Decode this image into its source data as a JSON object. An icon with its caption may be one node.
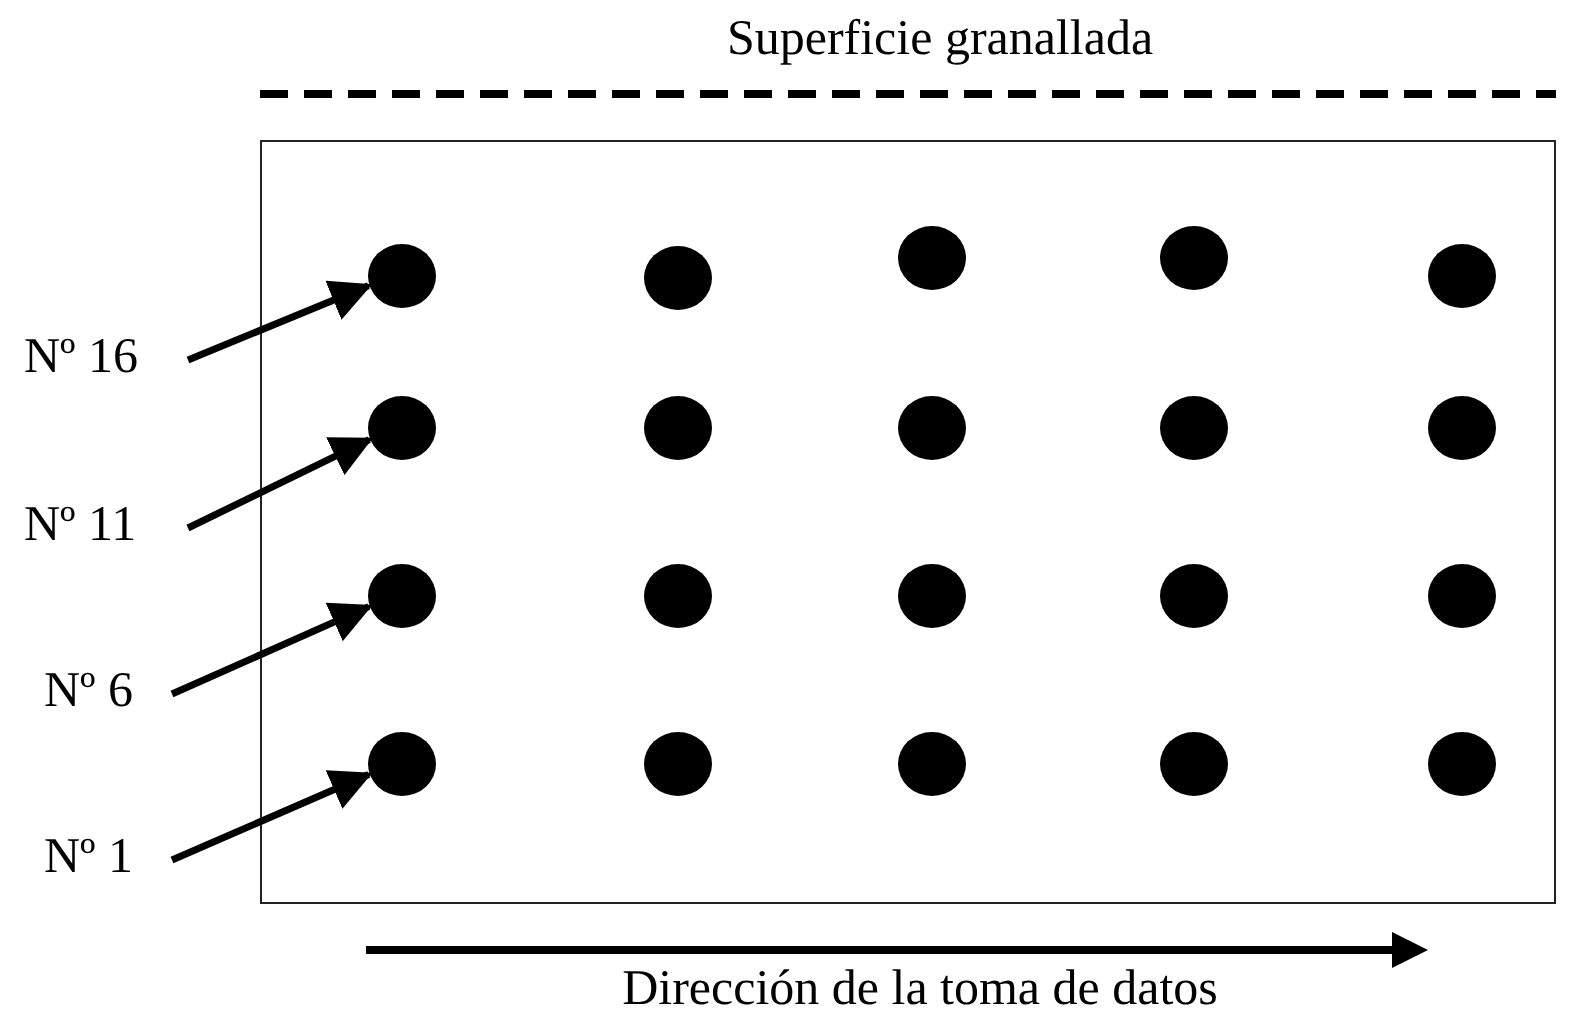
{
  "diagram": {
    "nodes": [
      {
        "text": [],
        "shape": "box"
      },
      {
        "text": [],
        "shape": "circle",
        "in": 0
      },
      {
        "text": [],
        "shape": "circle",
        "in": 0
      },
      {
        "text": [],
        "shape": "circle",
        "in": 0
      },
      {
        "text": [],
        "shape": "circle",
        "in": 0
      },
      {
        "text": [],
        "shape": "circle",
        "in": 0
      },
      {
        "text": [],
        "shape": "circle",
        "in": 0
      },
      {
        "text": [],
        "shape": "circle",
        "in": 0
      },
      {
        "text": [],
        "shape": "circle",
        "in": 0
      },
      {
        "text": [],
        "shape": "circle",
        "in": 0
      },
      {
        "text": [],
        "shape": "circle",
        "in": 0
      },
      {
        "text": [],
        "shape": "circle",
        "in": 0
      },
      {
        "text": [],
        "shape": "circle",
        "in": 0
      },
      {
        "text": [],
        "shape": "circle",
        "in": 0
      },
      {
        "text": [],
        "shape": "circle",
        "in": 0
      },
      {
        "text": [],
        "shape": "circle",
        "in": 0
      },
      {
        "text": [],
        "shape": "circle",
        "in": 0
      },
      {
        "text": [],
        "shape": "circle",
        "in": 0
      },
      {
        "text": [],
        "shape": "circle",
        "in": 0
      },
      {
        "text": [],
        "shape": "circle",
        "in": 0
      },
      {
        "text": [],
        "shape": "circle",
        "in": 0
      },
      {
        "text": [
          "Nº 16"
        ]
      },
      {
        "text": [
          "Nº 11"
        ]
      },
      {
        "text": [
          "Nº 6"
        ]
      },
      {
        "text": [
          "Nº 1"
        ]
      }
    ],
    "edges": [
      {
        "from": 21,
        "to": 1,
        "arrow": "to"
      },
      {
        "from": 22,
        "to": 6,
        "arrow": "to"
      },
      {
        "from": 23,
        "to": 11,
        "arrow": "to"
      },
      {
        "from": 24,
        "to": 16,
        "arrow": "to"
      }
    ],
    "labels": [
      "Superficie granallada",
      "Dirección de la toma de datos"
    ]
  }
}
